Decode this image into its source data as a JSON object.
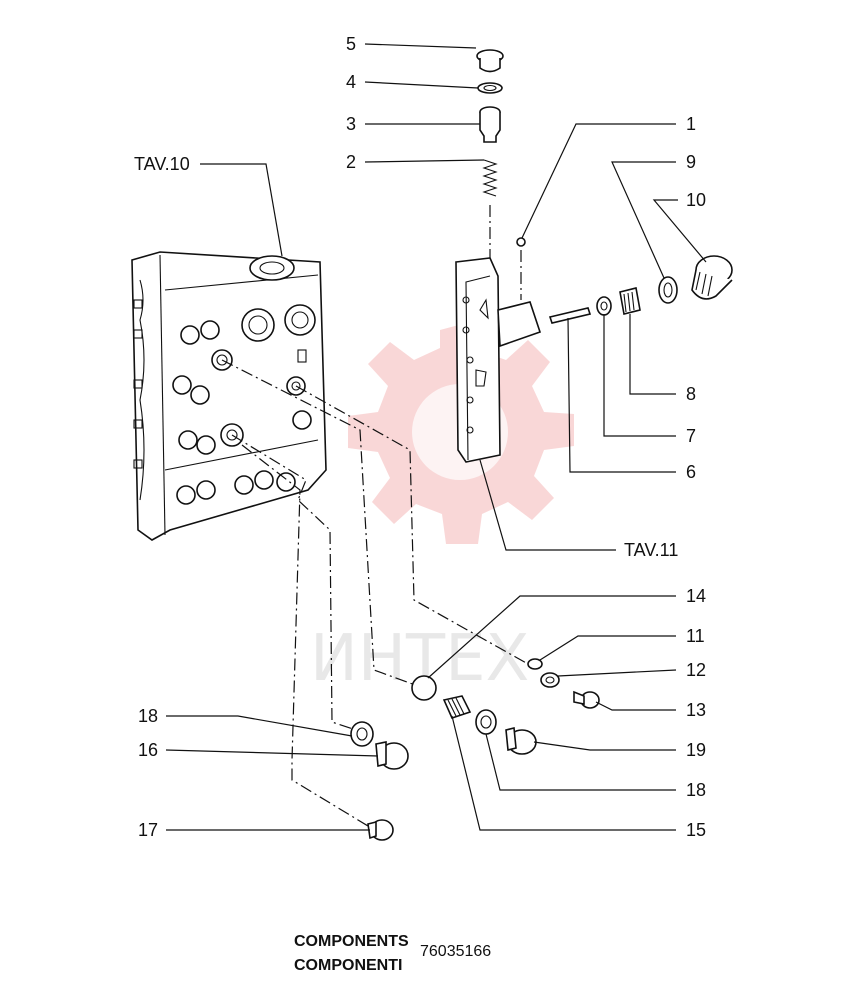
{
  "watermark": {
    "text": "ИНТЕХ",
    "color": "#f4b6b6"
  },
  "callouts": {
    "n1": "1",
    "n2": "2",
    "n3": "3",
    "n4": "4",
    "n5": "5",
    "n6": "6",
    "n7": "7",
    "n8": "8",
    "n9": "9",
    "n10": "10",
    "n11": "11",
    "n12": "12",
    "n13": "13",
    "n14": "14",
    "n15": "15",
    "n16": "16",
    "n17": "17",
    "n18a": "18",
    "n18b": "18",
    "n19": "19"
  },
  "references": {
    "tav10": "TAV.10",
    "tav11": "TAV.11"
  },
  "footer": {
    "line1": "COMPONENTS",
    "line2": "COMPONENTI",
    "part_number": "76035166"
  }
}
